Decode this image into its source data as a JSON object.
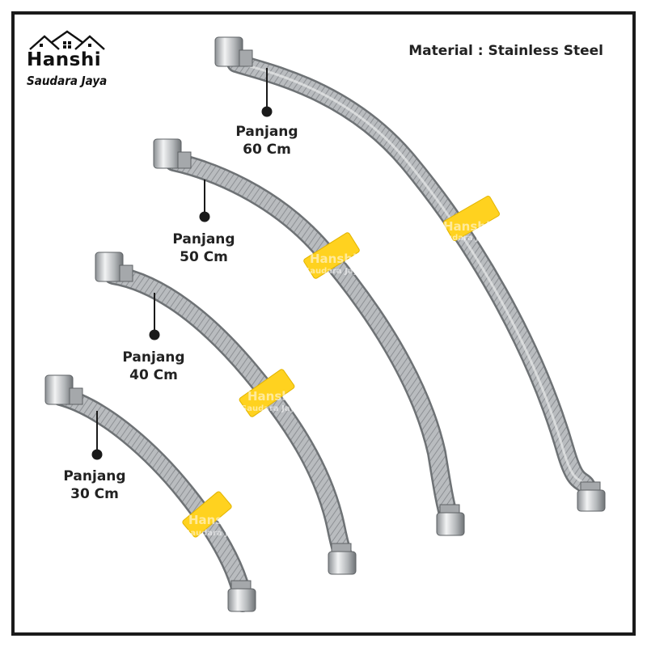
{
  "brand": {
    "name": "Hanshi",
    "subtitle": "Saudara Jaya"
  },
  "material_text": "Material : Stainless Steel",
  "watermark": {
    "name": "Hanshi",
    "subtitle": "Saudara Jaya"
  },
  "hoses": [
    {
      "title": "Panjang",
      "length": "60 Cm"
    },
    {
      "title": "Panjang",
      "length": "50 Cm"
    },
    {
      "title": "Panjang",
      "length": "40 Cm"
    },
    {
      "title": "Panjang",
      "length": "30 Cm"
    }
  ],
  "colors": {
    "frame": "#1a1a1a",
    "steel": "#b8bbbe",
    "steel_dark": "#7c8084",
    "tag": "#ffd21f",
    "text": "#222222"
  }
}
